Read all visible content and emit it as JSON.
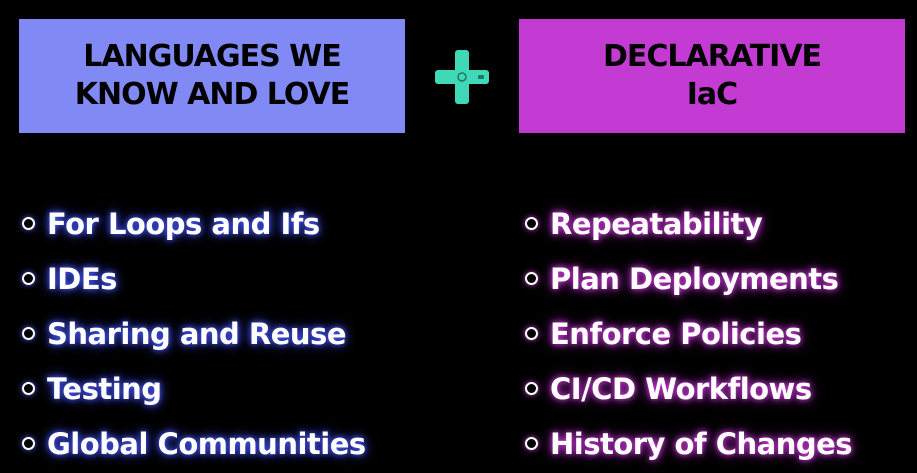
{
  "left_box": {
    "line1": "LANGUAGES WE",
    "line2": "KNOW AND LOVE",
    "color": "#8189f4"
  },
  "right_box": {
    "line1": "DECLARATIVE",
    "line2": "IaC",
    "color": "#c43bd3"
  },
  "plus_icon": {
    "name": "plus-icon",
    "color": "#3fd9b8"
  },
  "left_list": [
    "For Loops and Ifs",
    "IDEs",
    "Sharing and Reuse",
    "Testing",
    "Global Communities"
  ],
  "right_list": [
    "Repeatability",
    "Plan Deployments",
    "Enforce Policies",
    "CI/CD Workflows",
    "History of Changes"
  ]
}
